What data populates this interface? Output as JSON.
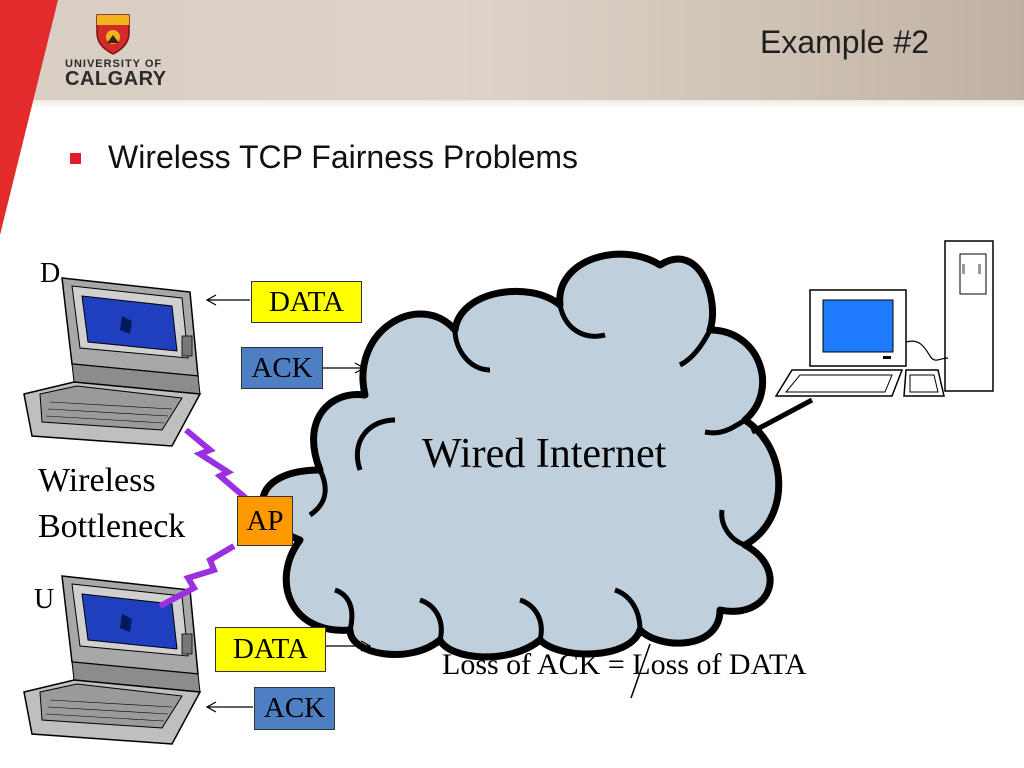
{
  "header": {
    "title": "Example #2",
    "logo": {
      "line1": "UNIVERSITY OF",
      "line2": "CALGARY",
      "crest": "shield-crest-icon"
    }
  },
  "bullet": {
    "text": "Wireless TCP Fairness Problems",
    "color": "#e11d2a"
  },
  "diagram": {
    "node_d": "D",
    "node_u": "U",
    "wireless_label_line1": "Wireless",
    "wireless_label_line2": "Bottleneck",
    "access_point": "AP",
    "cloud_label": "Wired Internet",
    "top_packets": {
      "data": "DATA",
      "ack": "ACK"
    },
    "bottom_packets": {
      "data": "DATA",
      "ack": "ACK"
    },
    "loss_statement": "Loss of ACK = Loss of DATA",
    "colors": {
      "data": "#ffff00",
      "ack": "#4f7fc3",
      "ap": "#ff9900",
      "cloud": "#c0cfdc",
      "wireless_link": "#9b30e0",
      "screen": "#1f3fbf"
    },
    "icons": [
      "laptop-icon",
      "desktop-computer-icon",
      "lightning-icon",
      "arrow-icon",
      "cloud-icon"
    ]
  }
}
